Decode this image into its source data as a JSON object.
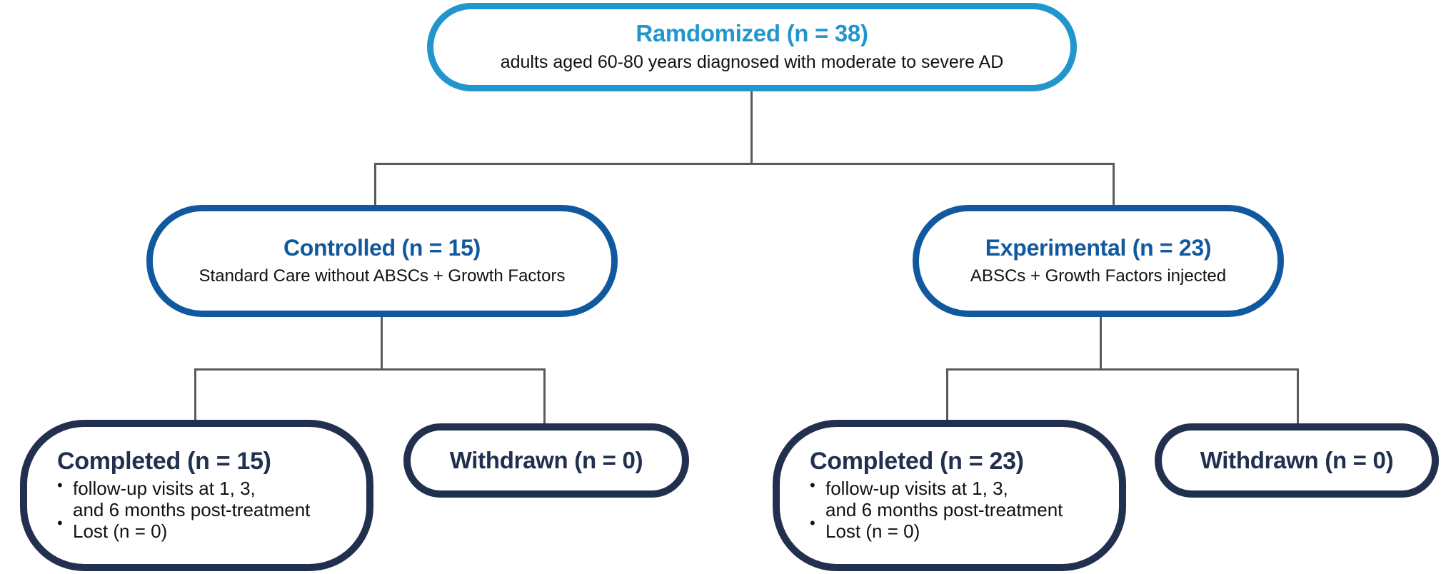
{
  "diagram": {
    "type": "consort-flow-diagram",
    "colors": {
      "top_border": "#2196ce",
      "mid_border": "#11599f",
      "bottom_border": "#22304f",
      "connector": "#5a5a5a",
      "body_text": "#111111",
      "background": "#ffffff"
    },
    "nodes": {
      "randomized": {
        "title": "Ramdomized (n = 38)",
        "subtitle": "adults aged 60-80 years diagnosed with moderate to severe AD",
        "n": 38
      },
      "controlled": {
        "title": "Controlled (n = 15)",
        "subtitle": "Standard Care without ABSCs + Growth Factors",
        "n": 15
      },
      "experimental": {
        "title": "Experimental (n = 23)",
        "subtitle": "ABSCs + Growth Factors injected",
        "n": 23
      },
      "completed_left": {
        "title": "Completed (n = 15)",
        "n": 15,
        "bullets": [
          "follow-up visits at 1, 3,\nand 6 months post-treatment",
          "Lost (n = 0)"
        ]
      },
      "withdrawn_left": {
        "title": "Withdrawn (n = 0)",
        "n": 0
      },
      "completed_right": {
        "title": "Completed (n = 23)",
        "n": 23,
        "bullets": [
          "follow-up visits at 1, 3,\nand 6 months post-treatment",
          "Lost (n = 0)"
        ]
      },
      "withdrawn_right": {
        "title": "Withdrawn (n = 0)",
        "n": 0
      }
    }
  }
}
